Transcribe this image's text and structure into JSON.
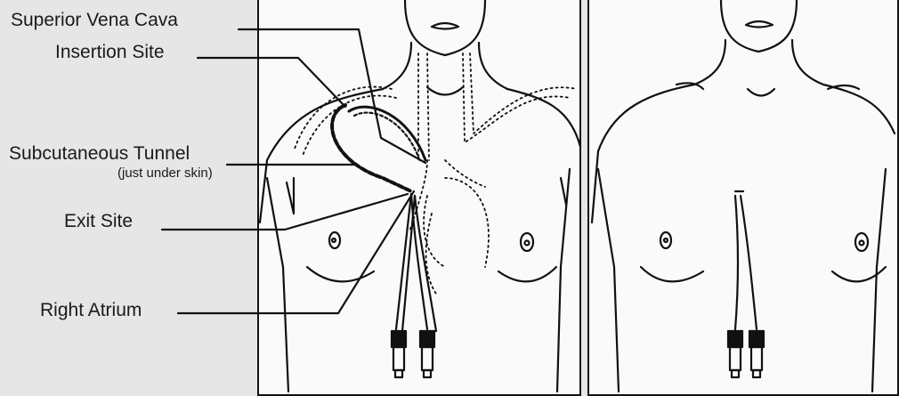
{
  "labels": {
    "superior_vena_cava": "Superior Vena Cava",
    "insertion_site": "Insertion Site",
    "subcutaneous_tunnel": "Subcutaneous Tunnel",
    "just_under_skin": "(just under skin)",
    "exit_site": "Exit Site",
    "right_atrium": "Right Atrium"
  }
}
